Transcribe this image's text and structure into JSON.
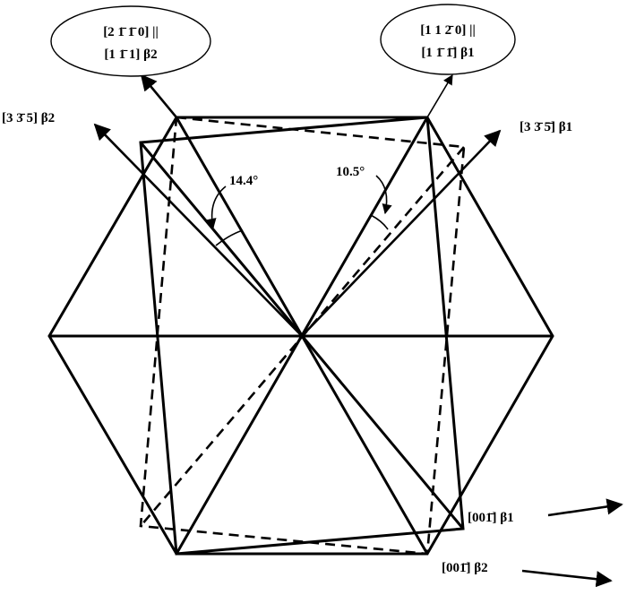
{
  "labels": {
    "top_left_line1": "[2 1̄ 1̄ 0] ||",
    "top_left_line2": "[1 1̄ 1] β2",
    "top_right_line1": "[1 1 2̄ 0] ||",
    "top_right_line2": "[1 1̄ 1̄] β1",
    "left_axis": "[3 3̄ 5] β2",
    "right_axis": "[3 3̄ 5̄] β1",
    "angle_left": "14.4°",
    "angle_right": "10.5°",
    "bottom_b1": "[001̄] β1",
    "bottom_b2": "[001̄] β2"
  }
}
